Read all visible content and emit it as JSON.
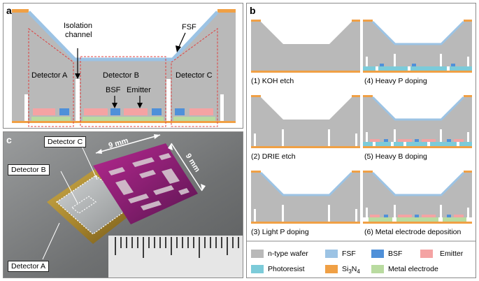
{
  "colors": {
    "wafer": "#b9b9b9",
    "fsf": "#9cc3e4",
    "bsf": "#4f90d9",
    "emitter": "#f4a3a3",
    "photoresist": "#7ccbd9",
    "si3n4": "#f0a045",
    "metal": "#b9dba0",
    "outline": "#e04040"
  },
  "panel_a": {
    "label": "a",
    "detector_a": "Detector A",
    "detector_b": "Detector B",
    "detector_c": "Detector C",
    "isolation_line1": "Isolation",
    "isolation_line2": "channel",
    "fsf": "FSF",
    "bsf": "BSF",
    "emitter": "Emitter"
  },
  "panel_b": {
    "label": "b",
    "steps": [
      "(1)  KOH etch",
      "(2)  DRIE  etch",
      "(3)  Light P doping",
      "(4)  Heavy P doping",
      "(5)  Heavy B doping",
      "(6)  Metal electrode deposition"
    ],
    "legend": [
      {
        "name": "n-type wafer",
        "color_key": "wafer"
      },
      {
        "name": "FSF",
        "color_key": "fsf"
      },
      {
        "name": "BSF",
        "color_key": "bsf"
      },
      {
        "name": "Emitter",
        "color_key": "emitter"
      },
      {
        "name": "Photoresist",
        "color_key": "photoresist"
      },
      {
        "name": "Si3N4",
        "color_key": "si3n4"
      },
      {
        "name": "Metal electrode",
        "color_key": "metal"
      }
    ],
    "si3n4_main": "Si",
    "si3n4_sub1": "3",
    "si3n4_mid": "N",
    "si3n4_sub2": "4"
  },
  "panel_c": {
    "label": "c",
    "detector_a": "Detector A",
    "detector_b": "Detector B",
    "detector_c": "Detector C",
    "dim_top": "9 mm",
    "dim_right": "9 mm"
  }
}
